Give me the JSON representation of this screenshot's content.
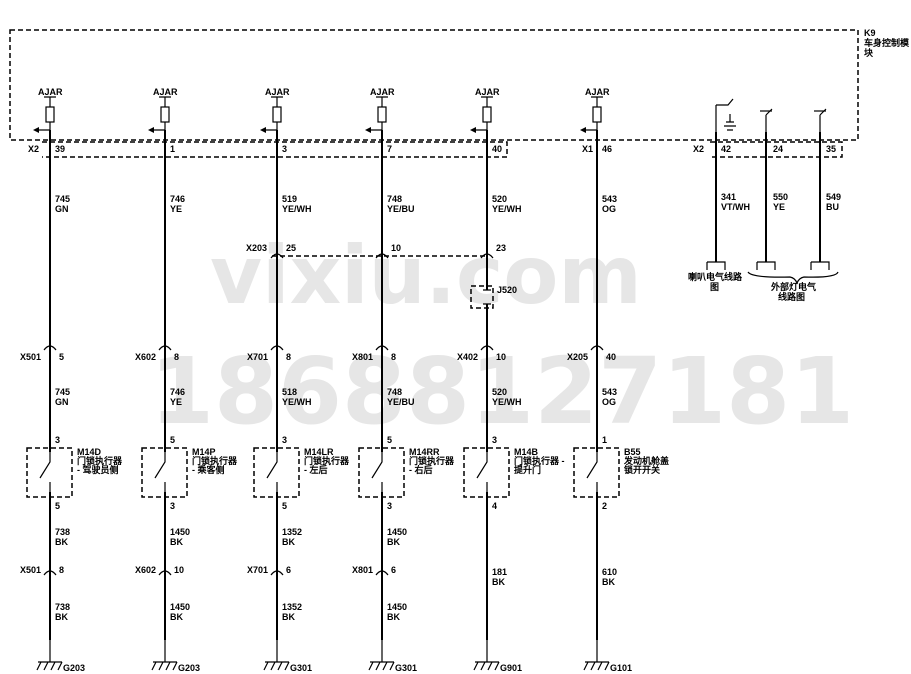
{
  "watermark": {
    "line1": "vixiu.com",
    "line2": "18688127181"
  },
  "module": {
    "id": "K9",
    "name_line1": "车身控制模",
    "name_line2": "块"
  },
  "connector_labels": [
    "X2",
    "X1",
    "X2"
  ],
  "ajar_label": "AJAR",
  "circuits": [
    {
      "pin": "39",
      "wire1": "745",
      "color1": "GN",
      "inline_conn": "X501",
      "inline_pin": "5",
      "wire2": "745",
      "color2": "GN",
      "sw_id": "M14D",
      "sw_name1": "门锁执行器",
      "sw_name2": "- 驾驶员侧",
      "sw_pin_top": "3",
      "sw_pin_bot": "5",
      "g_wire1": "738",
      "g_color1": "BK",
      "g_conn": "X501",
      "g_pin": "8",
      "g_wire2": "738",
      "g_color2": "BK",
      "ground": "G203"
    },
    {
      "pin": "1",
      "wire1": "746",
      "color1": "YE",
      "inline_conn": "X602",
      "inline_pin": "8",
      "wire2": "746",
      "color2": "YE",
      "sw_id": "M14P",
      "sw_name1": "门锁执行器",
      "sw_name2": "- 乘客侧",
      "sw_pin_top": "5",
      "sw_pin_bot": "3",
      "g_wire1": "1450",
      "g_color1": "BK",
      "g_conn": "X602",
      "g_pin": "10",
      "g_wire2": "1450",
      "g_color2": "BK",
      "ground": "G203"
    },
    {
      "pin": "3",
      "wire1": "519",
      "color1": "YE/WH",
      "splice_pin": "25",
      "inline_conn": "X701",
      "inline_pin": "8",
      "wire2": "518",
      "color2": "YE/WH",
      "sw_id": "M14LR",
      "sw_name1": "门锁执行器",
      "sw_name2": "- 左后",
      "sw_pin_top": "3",
      "sw_pin_bot": "5",
      "g_wire1": "1352",
      "g_color1": "BK",
      "g_conn": "X701",
      "g_pin": "6",
      "g_wire2": "1352",
      "g_color2": "BK",
      "ground": "G301"
    },
    {
      "pin": "7",
      "wire1": "748",
      "color1": "YE/BU",
      "splice_pin": "10",
      "inline_conn": "X801",
      "inline_pin": "8",
      "wire2": "748",
      "color2": "YE/BU",
      "sw_id": "M14RR",
      "sw_name1": "门锁执行器",
      "sw_name2": "- 右后",
      "sw_pin_top": "5",
      "sw_pin_bot": "3",
      "g_wire1": "1450",
      "g_color1": "BK",
      "g_conn": "X801",
      "g_pin": "6",
      "g_wire2": "1450",
      "g_color2": "BK",
      "ground": "G301"
    },
    {
      "pin": "40",
      "wire1": "520",
      "color1": "YE/WH",
      "splice_pin": "23",
      "inline_conn": "X402",
      "inline_pin": "10",
      "wire2": "520",
      "color2": "YE/WH",
      "sw_id": "M14B",
      "sw_name1": "门锁执行器 -",
      "sw_name2": "提升门",
      "sw_pin_top": "3",
      "sw_pin_bot": "4",
      "g_wire1": "181",
      "g_color1": "BK",
      "ground": "G901"
    },
    {
      "pin": "46",
      "wire1": "543",
      "color1": "OG",
      "inline_conn": "X205",
      "inline_pin": "40",
      "wire2": "543",
      "color2": "OG",
      "sw_id": "B55",
      "sw_name1": "发动机舱盖",
      "sw_name2": "锁开开关",
      "sw_pin_top": "1",
      "sw_pin_bot": "2",
      "g_wire1": "610",
      "g_color1": "BK",
      "ground": "G101"
    }
  ],
  "splice": {
    "conn": "X203",
    "jumper": "J520"
  },
  "right_outputs": [
    {
      "pin": "42",
      "wire": "341",
      "color": "VT/WH",
      "ref1": "喇叭电气线路",
      "ref2": "图"
    },
    {
      "pin": "24",
      "wire": "550",
      "color": "YE"
    },
    {
      "pin": "35",
      "wire": "549",
      "color": "BU"
    }
  ],
  "right_ref": {
    "line1": "外部灯电气",
    "line2": "线路图"
  }
}
